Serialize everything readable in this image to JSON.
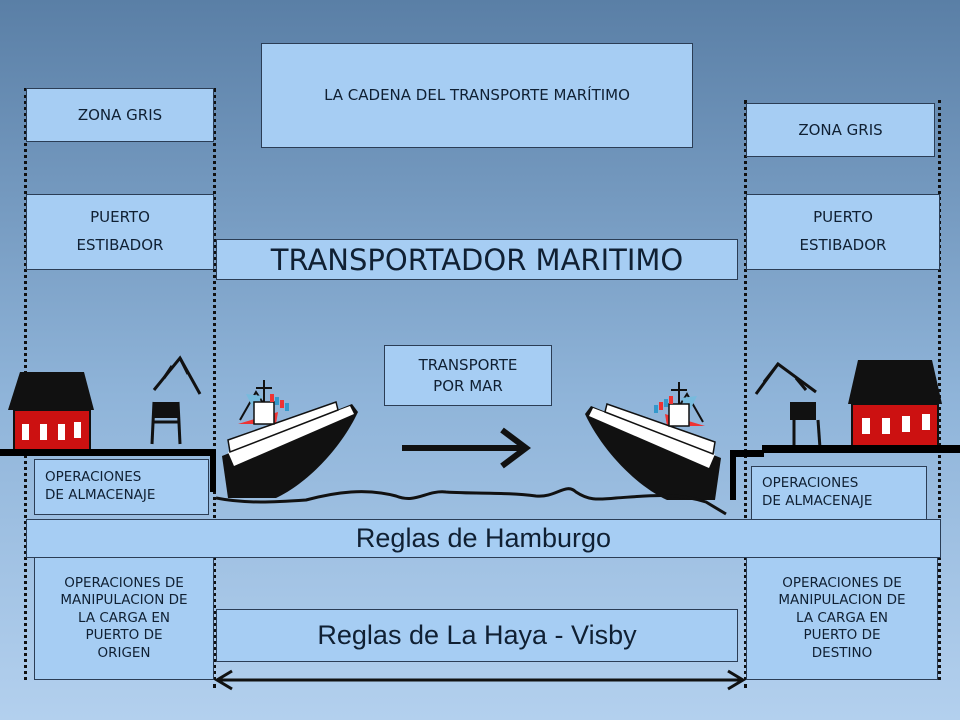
{
  "title": "LA CADENA DEL TRANSPORTE MARÍTIMO",
  "left": {
    "zona": "ZONA GRIS",
    "puerto_line1": "PUERTO",
    "puerto_line2": "ESTIBADOR",
    "almacenaje_line1": "OPERACIONES",
    "almacenaje_line2": "DE ALMACENAJE",
    "manipulacion": [
      "OPERACIONES DE",
      "MANIPULACION DE",
      "LA CARGA EN",
      "PUERTO DE",
      "ORIGEN"
    ]
  },
  "right": {
    "zona": "ZONA GRIS",
    "puerto_line1": "PUERTO",
    "puerto_line2": "ESTIBADOR",
    "almacenaje_line1": "OPERACIONES",
    "almacenaje_line2": "DE ALMACENAJE",
    "manipulacion": [
      "OPERACIONES DE",
      "MANIPULACION DE",
      "LA CARGA EN",
      "PUERTO DE",
      "DESTINO"
    ]
  },
  "carrier": "TRANSPORTADOR MARITIMO",
  "sea_transport_line1": "TRANSPORTE",
  "sea_transport_line2": "POR MAR",
  "hamburgo": "Reglas de Hamburgo",
  "haya_visby": "Reglas de La Haya - Visby",
  "icons": [
    "warehouse-icon",
    "crane-icon",
    "ship-icon",
    "arrow-right-icon",
    "double-arrow-icon"
  ],
  "colors": {
    "box": "#a6cdf3",
    "warehouse": "#cc1111",
    "roof": "#111111"
  }
}
